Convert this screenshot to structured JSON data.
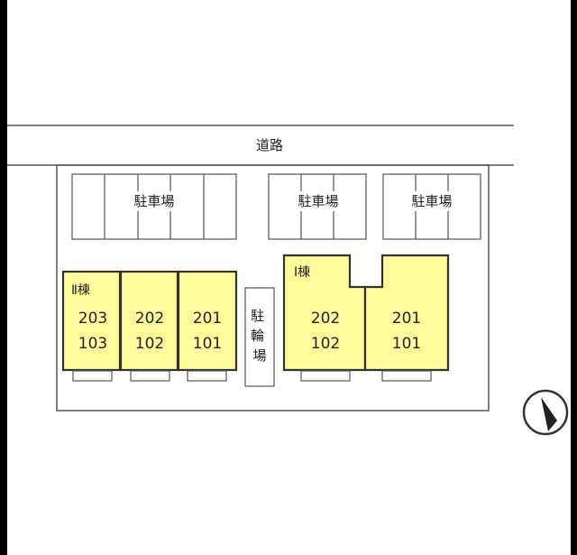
{
  "road": {
    "label": "道路"
  },
  "parking": [
    {
      "label": "駐車場",
      "spaces": 5
    },
    {
      "label": "駐車場",
      "spaces": 3
    },
    {
      "label": "駐車場",
      "spaces": 3
    }
  ],
  "bicycle_parking": {
    "label": "駐\n輪\n場"
  },
  "building_2": {
    "label": "Ⅱ棟",
    "units": [
      {
        "upper": "203",
        "lower": "103"
      },
      {
        "upper": "202",
        "lower": "102"
      },
      {
        "upper": "201",
        "lower": "101"
      }
    ]
  },
  "building_1": {
    "label": "Ⅰ棟",
    "units": [
      {
        "upper": "202",
        "lower": "102"
      },
      {
        "upper": "201",
        "lower": "101"
      }
    ]
  },
  "compass": {
    "icon": "north-arrow-icon"
  },
  "colors": {
    "building_fill": "#fdfb9a",
    "stroke": "#333333",
    "background": "#ffffff",
    "frame": "#000000"
  }
}
